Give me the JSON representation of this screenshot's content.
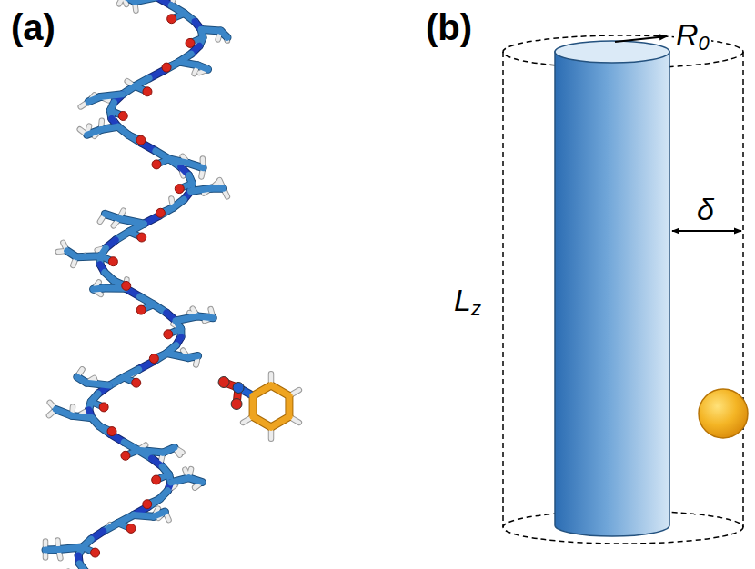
{
  "diagram": {
    "labels": [
      "(a)",
      "(b)",
      "R0",
      "δ",
      "Lz"
    ]
  }
}
